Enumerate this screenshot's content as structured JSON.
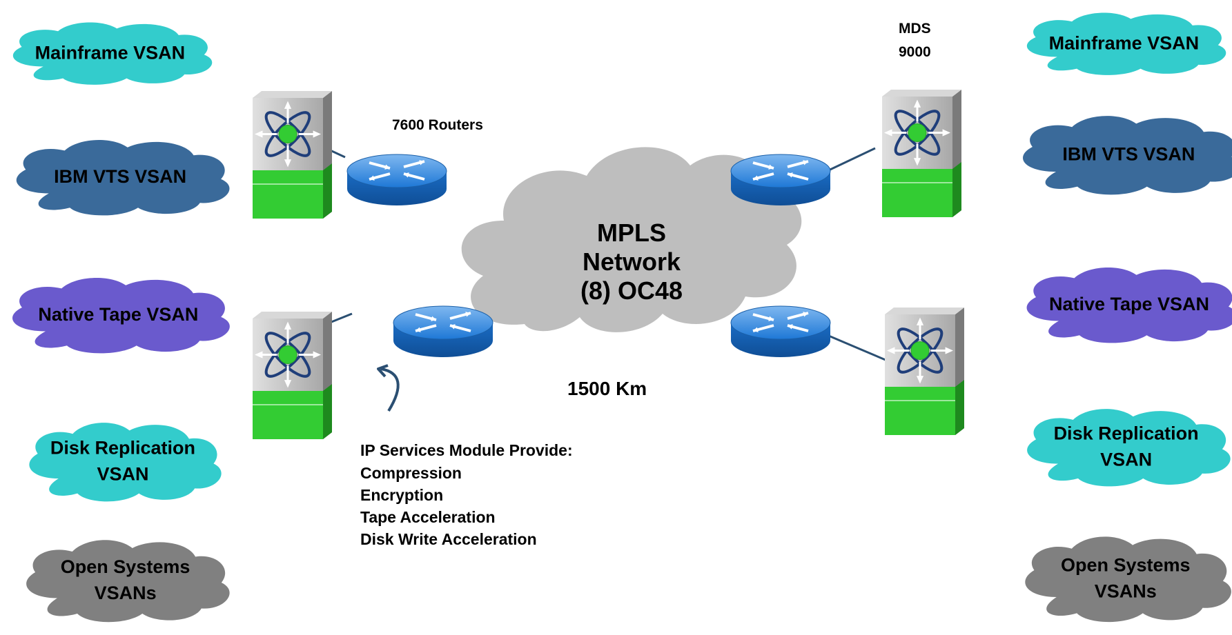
{
  "colors": {
    "teal": "#33CCCC",
    "steel_blue": "#3A6A9A",
    "purple": "#6A5ACD",
    "gray": "#808080",
    "mpls_gray": "#BEBEBE",
    "router_blue": "#1E78D6",
    "switch_green": "#33CC33",
    "switch_gray": "#C0C0C0",
    "link": "#2B4F72"
  },
  "left_vsans": [
    {
      "lines": [
        "Mainframe VSAN"
      ],
      "color_key": "teal"
    },
    {
      "lines": [
        "IBM VTS VSAN"
      ],
      "color_key": "steel_blue"
    },
    {
      "lines": [
        "Native Tape VSAN"
      ],
      "color_key": "purple"
    },
    {
      "lines": [
        "Disk Replication",
        "VSAN"
      ],
      "color_key": "teal"
    },
    {
      "lines": [
        "Open Systems",
        "VSANs"
      ],
      "color_key": "gray"
    }
  ],
  "right_vsans": [
    {
      "lines": [
        "Mainframe VSAN"
      ],
      "color_key": "teal"
    },
    {
      "lines": [
        "IBM VTS VSAN"
      ],
      "color_key": "steel_blue"
    },
    {
      "lines": [
        "Native Tape VSAN"
      ],
      "color_key": "purple"
    },
    {
      "lines": [
        "Disk Replication",
        "VSAN"
      ],
      "color_key": "teal"
    },
    {
      "lines": [
        "Open Systems",
        "VSANs"
      ],
      "color_key": "gray"
    }
  ],
  "labels": {
    "routers": "7600 Routers",
    "mds_line1": "MDS",
    "mds_line2": "9000",
    "mpls_line1": "MPLS",
    "mpls_line2": "Network",
    "mpls_line3": "(8) OC48",
    "distance": "1500 Km",
    "ips_heading": "IP Services Module Provide:",
    "ips_items": [
      "Compression",
      "Encryption",
      "Tape Acceleration",
      "Disk Write Acceleration"
    ]
  },
  "icons": {
    "switch": "mds-switch-icon",
    "router": "router-icon",
    "cloud": "cloud-icon"
  }
}
